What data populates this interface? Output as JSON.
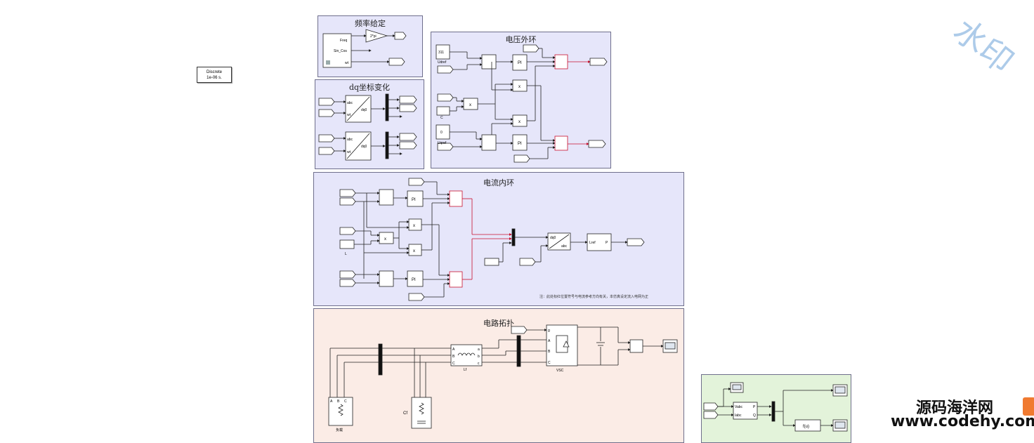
{
  "panels": {
    "freq": {
      "title": "频率给定",
      "labels": {
        "freq": "Freq",
        "sincos": "Sin_Cos",
        "wt": "wt",
        "gain": "2*pi"
      }
    },
    "dq": {
      "title": "dq坐标变化",
      "labels": {
        "abc": "abc",
        "wt": "wt",
        "dq0": "dq0"
      }
    },
    "voltage": {
      "title": "电压外环",
      "labels": {
        "udref": "Udref",
        "uqref": "Uqref",
        "c": "C",
        "v311": "311",
        "v0": "0",
        "pi": "PI",
        "x": "x"
      }
    },
    "current": {
      "title": "电流内环",
      "note": "注：此处标红位置符号与电流参考方向有关，本仿真设定流入电网为正",
      "labels": {
        "l": "L",
        "pi": "PI",
        "x": "x",
        "dq0": "dq0",
        "abc": "abc",
        "lref": "Lref",
        "p": "P"
      }
    },
    "circuit": {
      "title": "电路拓扑",
      "labels": {
        "load": "负载",
        "cf": "Cf",
        "lf": "Lf",
        "vsc": "VSC",
        "a": "A",
        "b": "B",
        "c": "C",
        "g": "g",
        "la": "a",
        "lb": "b",
        "lc": "c"
      }
    },
    "measure": {
      "labels": {
        "vabc": "Vabc",
        "iabc": "Iabc",
        "p": "P",
        "q": "Q",
        "fu": "f(u)"
      }
    }
  },
  "discrete": {
    "line1": "Discrete",
    "line2": "1e-06 s."
  },
  "watermarks": {
    "w1": "水印",
    "w2": "源码海洋网",
    "w3": "www.codehy.com"
  }
}
